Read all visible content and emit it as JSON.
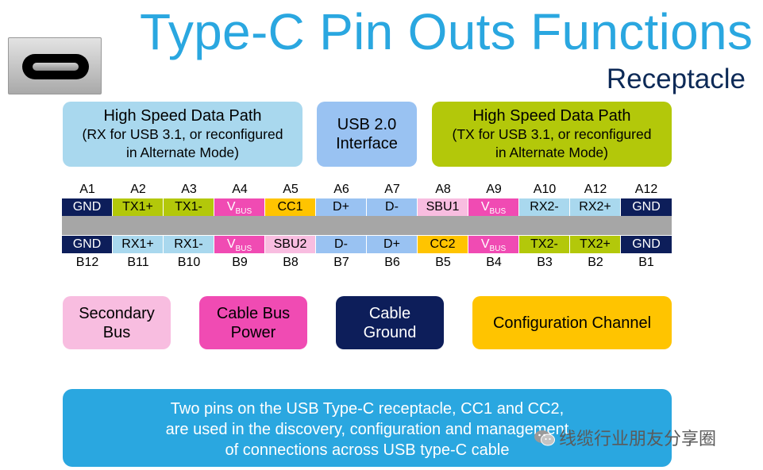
{
  "title": "Type-C Pin Outs Functions",
  "subtitle": "Receptacle",
  "legend_top": [
    {
      "line1": "High Speed Data Path",
      "line2": "(RX for USB 3.1, or reconfigured",
      "line3": "in Alternate Mode)",
      "color": "#a9d8ee"
    },
    {
      "line1": "USB 2.0",
      "line2": "Interface",
      "color": "#99c2f2"
    },
    {
      "line1": "High Speed Data Path",
      "line2": "(TX for USB 3.1, or reconfigured",
      "line3": "in Alternate Mode)",
      "color": "#b3c80a"
    }
  ],
  "pins_a": {
    "labels": [
      "A1",
      "A2",
      "A3",
      "A4",
      "A5",
      "A6",
      "A7",
      "A8",
      "A9",
      "A10",
      "A12",
      "A12"
    ],
    "cells": [
      {
        "text": "GND",
        "sub": "",
        "bg": "#0d1e5a",
        "fg": "#ffffff"
      },
      {
        "text": "TX1+",
        "sub": "",
        "bg": "#b3c80a",
        "fg": "#000000"
      },
      {
        "text": "TX1-",
        "sub": "",
        "bg": "#b3c80a",
        "fg": "#000000"
      },
      {
        "text": "V",
        "sub": "BUS",
        "bg": "#f04bb3",
        "fg": "#ffffff"
      },
      {
        "text": "CC1",
        "sub": "",
        "bg": "#ffc400",
        "fg": "#000000"
      },
      {
        "text": "D+",
        "sub": "",
        "bg": "#99c2f2",
        "fg": "#000000"
      },
      {
        "text": "D-",
        "sub": "",
        "bg": "#99c2f2",
        "fg": "#000000"
      },
      {
        "text": "SBU1",
        "sub": "",
        "bg": "#f8bde0",
        "fg": "#000000"
      },
      {
        "text": "V",
        "sub": "BUS",
        "bg": "#f04bb3",
        "fg": "#ffffff"
      },
      {
        "text": "RX2-",
        "sub": "",
        "bg": "#a9d8ee",
        "fg": "#000000"
      },
      {
        "text": "RX2+",
        "sub": "",
        "bg": "#a9d8ee",
        "fg": "#000000"
      },
      {
        "text": "GND",
        "sub": "",
        "bg": "#0d1e5a",
        "fg": "#ffffff"
      }
    ]
  },
  "pins_b": {
    "labels": [
      "B12",
      "B11",
      "B10",
      "B9",
      "B8",
      "B7",
      "B6",
      "B5",
      "B4",
      "B3",
      "B2",
      "B1"
    ],
    "cells": [
      {
        "text": "GND",
        "sub": "",
        "bg": "#0d1e5a",
        "fg": "#ffffff"
      },
      {
        "text": "RX1+",
        "sub": "",
        "bg": "#a9d8ee",
        "fg": "#000000"
      },
      {
        "text": "RX1-",
        "sub": "",
        "bg": "#a9d8ee",
        "fg": "#000000"
      },
      {
        "text": "V",
        "sub": "BUS",
        "bg": "#f04bb3",
        "fg": "#ffffff"
      },
      {
        "text": "SBU2",
        "sub": "",
        "bg": "#f8bde0",
        "fg": "#000000"
      },
      {
        "text": "D-",
        "sub": "",
        "bg": "#99c2f2",
        "fg": "#000000"
      },
      {
        "text": "D+",
        "sub": "",
        "bg": "#99c2f2",
        "fg": "#000000"
      },
      {
        "text": "CC2",
        "sub": "",
        "bg": "#ffc400",
        "fg": "#000000"
      },
      {
        "text": "V",
        "sub": "BUS",
        "bg": "#f04bb3",
        "fg": "#ffffff"
      },
      {
        "text": "TX2-",
        "sub": "",
        "bg": "#b3c80a",
        "fg": "#000000"
      },
      {
        "text": "TX2+",
        "sub": "",
        "bg": "#b3c80a",
        "fg": "#000000"
      },
      {
        "text": "GND",
        "sub": "",
        "bg": "#0d1e5a",
        "fg": "#ffffff"
      }
    ]
  },
  "legend_bottom": [
    {
      "line1": "Secondary",
      "line2": "Bus",
      "color": "#f8bde0"
    },
    {
      "line1": "Cable Bus",
      "line2": "Power",
      "color": "#f04bb3"
    },
    {
      "line1": "Cable",
      "line2": "Ground",
      "color": "#0d1e5a"
    },
    {
      "line1": "Configuration Channel",
      "color": "#ffc400"
    }
  ],
  "note": {
    "line1": "Two pins on the USB Type-C receptacle, CC1 and CC2,",
    "line2": "are used in the discovery, configuration and management",
    "line3": "of connections across USB type-C cable"
  },
  "watermark": "线缆行业朋友分享圈"
}
